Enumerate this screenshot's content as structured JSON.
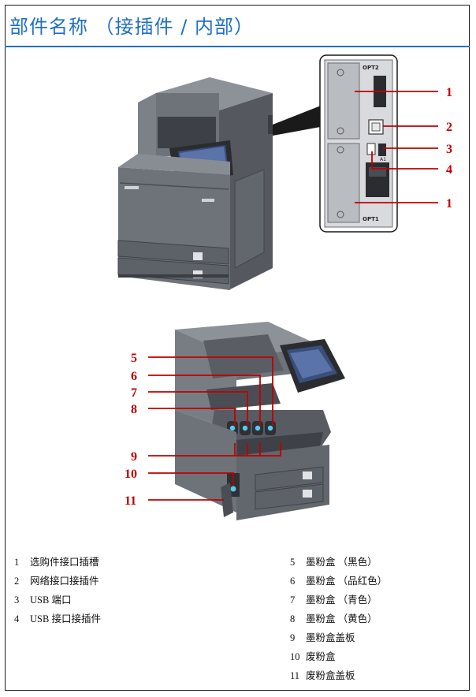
{
  "title": "部件名称 （接插件 / 内部）",
  "panel_labels": {
    "opt2": "OPT2",
    "opt1": "OPT1",
    "a1": "A1"
  },
  "callouts": [
    "1",
    "2",
    "3",
    "4",
    "1",
    "5",
    "6",
    "7",
    "8",
    "9",
    "10",
    "11"
  ],
  "legend_left": [
    {
      "num": "1",
      "text": "选购件接口插槽"
    },
    {
      "num": "2",
      "text": "网络接口接插件"
    },
    {
      "num": "3",
      "text": "USB 端口"
    },
    {
      "num": "4",
      "text": "USB 接口接插件"
    }
  ],
  "legend_right": [
    {
      "num": "5",
      "text": "墨粉盒 （黑色）"
    },
    {
      "num": "6",
      "text": "墨粉盒 （品红色）"
    },
    {
      "num": "7",
      "text": "墨粉盒 （青色）"
    },
    {
      "num": "8",
      "text": "墨粉盒 （黄色）"
    },
    {
      "num": "9",
      "text": "墨粉盒盖板"
    },
    {
      "num": "10",
      "text": "废粉盒"
    },
    {
      "num": "11",
      "text": "废粉盒盖板"
    }
  ],
  "colors": {
    "title": "#1f6fc8",
    "callout": "#c00000",
    "printer_body": "#6e737a",
    "printer_dark": "#4a4e54",
    "printer_light": "#9aa0a7",
    "panel": "#c9cbce",
    "highlight": "#5bc8f0"
  }
}
